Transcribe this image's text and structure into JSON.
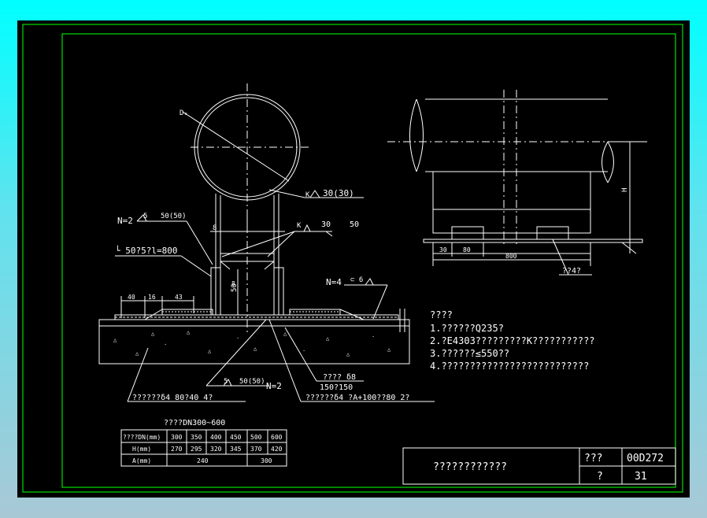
{
  "notes": {
    "heading": "????",
    "items": [
      "1.??????Q235?",
      "2.?E4303?????????K???????????",
      "3.??????≤550??",
      "4.??????????????????????????"
    ]
  },
  "labels": {
    "dn": "Dₒ",
    "weld_top": "K",
    "weld_top_size": "30(30)",
    "weld_right": "K",
    "weld_right_size": "30",
    "fifty": "50",
    "n2_top": "N=2",
    "weld_5_top": "5",
    "size_50_50_top": "50(50)",
    "dim_8": "8",
    "angle": "└ 50?5?l=800",
    "dim_8b": "8",
    "dim_50v": "50",
    "n4": "N=4",
    "weld_6": "⊂ 6",
    "dim_40": "40",
    "dim_16": "16",
    "dim_43": "43",
    "weld_5_bottom": "5",
    "size_50_50_bottom": "50(50)",
    "n2_bottom": "N=2",
    "plate_label_1": "????",
    "plate_label_1b": "δ8",
    "plate_label_2": "150?150",
    "leader_left": "??????δ4  80?40  4?",
    "leader_right": "??????δ4  ?A+100??80  2?",
    "dim_h": "H",
    "dim_30": "30",
    "dim_80": "80",
    "dim_800": "800",
    "leader_plan": "??4?"
  },
  "table": {
    "title": "????DN300~600",
    "rows": [
      {
        "head": "????DN(mm)",
        "cells": [
          "300",
          "350",
          "400",
          "450",
          "500",
          "600"
        ]
      },
      {
        "head": "H(mm)",
        "cells": [
          "270",
          "295",
          "320",
          "345",
          "370",
          "420"
        ]
      },
      {
        "head": "A(mm)",
        "cells": [
          "240",
          "300"
        ]
      }
    ]
  },
  "title_block": {
    "name": "????????????",
    "label_1": "???",
    "value_1": "00D272",
    "label_2": "?",
    "value_2": "31"
  },
  "colors": {
    "background": "#000000",
    "line": "#ffffff",
    "frame": "#00e000",
    "page": "#00ffff"
  }
}
